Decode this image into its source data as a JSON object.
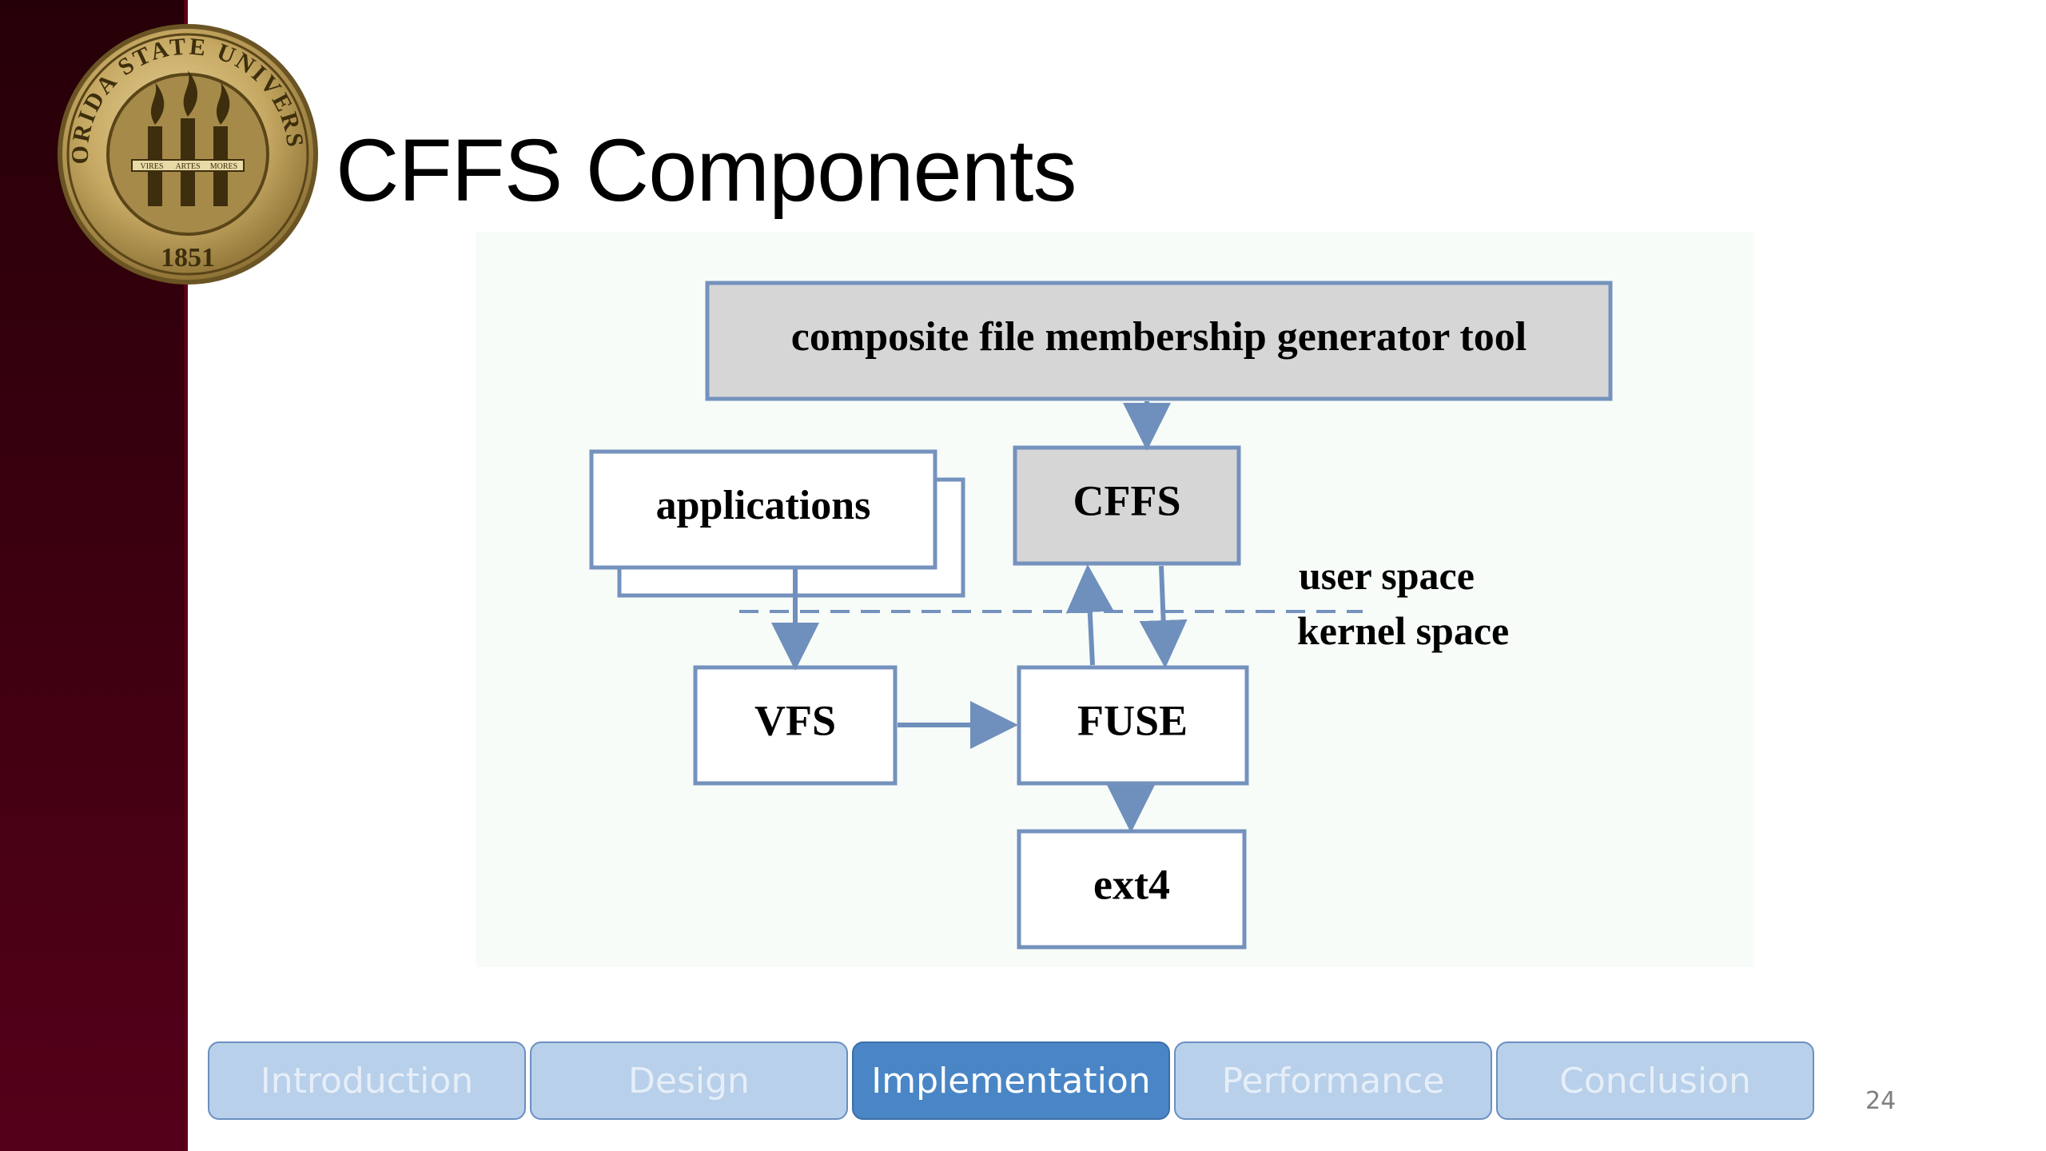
{
  "slide": {
    "title": "CFFS Components",
    "page_number": "24",
    "seal": {
      "top_text": "FLORIDA STATE UNIVERSITY",
      "year": "1851",
      "motto": [
        "VIRES",
        "ARTES",
        "MORES"
      ]
    }
  },
  "diagram": {
    "boxes": {
      "generator": "composite file membership generator tool",
      "cffs": "CFFS",
      "applications": "applications",
      "vfs": "VFS",
      "fuse": "FUSE",
      "ext4": "ext4"
    },
    "labels": {
      "user_space": "user space",
      "kernel_space": "kernel space"
    },
    "colors": {
      "box_border": "#7492bd",
      "arrow": "#6f8fbd",
      "gray_fill": "#d6d6d6"
    }
  },
  "nav": {
    "tabs": [
      {
        "label": "Introduction",
        "active": false
      },
      {
        "label": "Design",
        "active": false
      },
      {
        "label": "Implementation",
        "active": true
      },
      {
        "label": "Performance",
        "active": false
      },
      {
        "label": "Conclusion",
        "active": false
      }
    ]
  }
}
